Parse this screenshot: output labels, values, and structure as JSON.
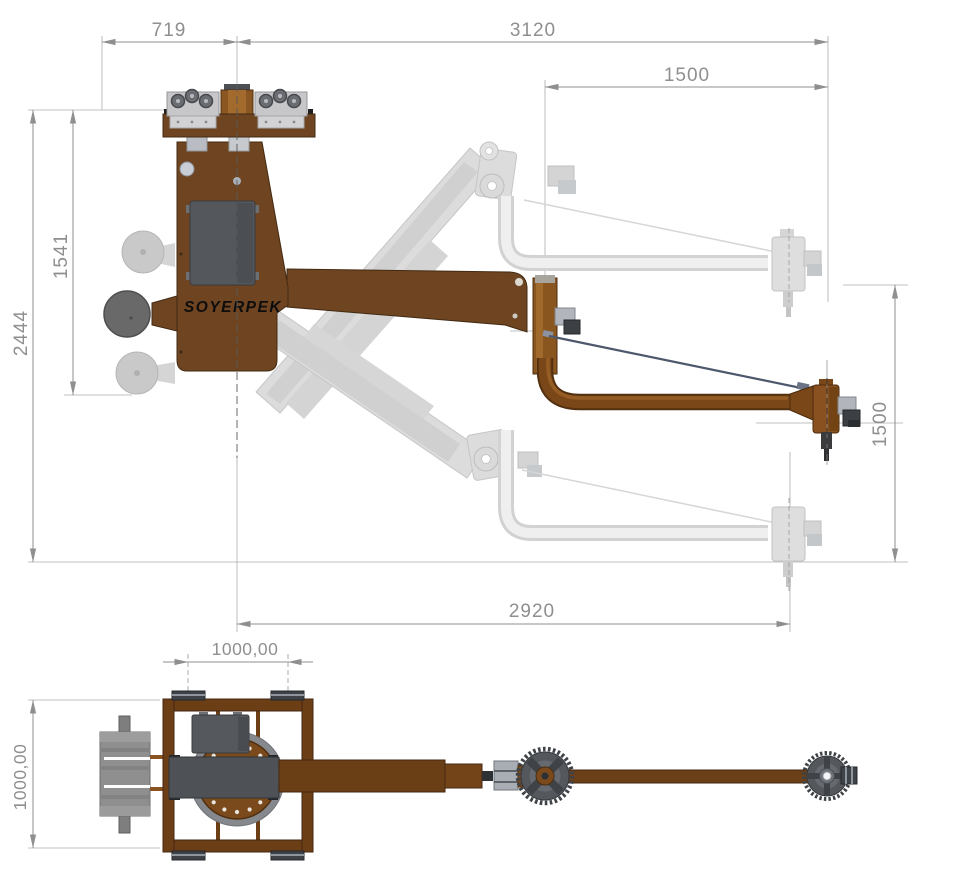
{
  "brand_label": "SOYERPEK",
  "dimensions": {
    "trolley_travel": "719",
    "total_reach": "3120",
    "arm_stroke_top": "1500",
    "total_height": "2444",
    "mast_height": "1541",
    "vertical_stroke": "1500",
    "working_reach": "2920",
    "base_width": "1000,00",
    "base_depth": "1000,00"
  },
  "colors": {
    "machine_brown": "#6e4421",
    "arm_brown": "#7a4718",
    "frame_brown": "#6b3e16",
    "ghost_gray": "#dcdcdc",
    "metal_dark": "#4e5256",
    "counterweight_gray": "#696969",
    "dimension_gray": "#8f8f8f",
    "cable_slate": "#4d586c",
    "background": "#ffffff"
  }
}
